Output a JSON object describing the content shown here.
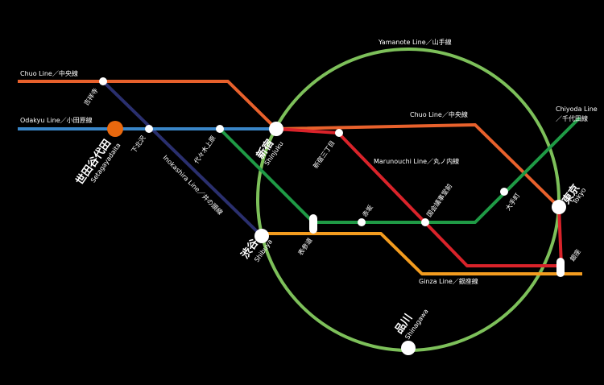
{
  "colors": {
    "background": "#000000",
    "chuo": "#e8612c",
    "odakyu": "#3a86c8",
    "inokashira": "#2a2f6e",
    "yamanote": "#7dc05a",
    "chiyoda": "#1f9a45",
    "marunouchi": "#d9232a",
    "ginza": "#f39c1f",
    "setagaya_station": "#e8680e",
    "station_fill": "#ffffff"
  },
  "lines": {
    "chuo_west": "Chuo Line／中央線",
    "odakyu": "Odakyu Line／小田原線",
    "yamanote": "Yamanote Line／山手線",
    "chuo_east": "Chuo Line／中央線",
    "chiyoda_1": "Chiyoda Line",
    "chiyoda_2": "／千代田線",
    "marunouchi": "Marunouchi Line／丸ノ内線",
    "inokashira": "Inokashira Line／井の頭線",
    "ginza": "Ginza Line／銀座線"
  },
  "stations": {
    "kichijoji": "吉祥寺",
    "setagaya_jp": "世田谷代田",
    "setagaya_en": "Setagayadaita",
    "shimokitazawa": "下北沢",
    "yoyogiuehara": "代々木上原",
    "shinjuku_jp": "新宿",
    "shinjuku_en": "Shinjuku",
    "shinjuku3": "新宿三丁目",
    "akasaka": "赤坂",
    "kokkai": "国会議事堂前",
    "otemachi": "大手町",
    "tokyo_jp": "東京",
    "tokyo_en": "Tokyo",
    "ginza_st": "銀座",
    "omotesando": "表参道",
    "shibuya_jp": "渋谷",
    "shibuya_en": "Shibuya",
    "shinagawa_jp": "品川",
    "shinagawa_en": "Shinagawa"
  }
}
